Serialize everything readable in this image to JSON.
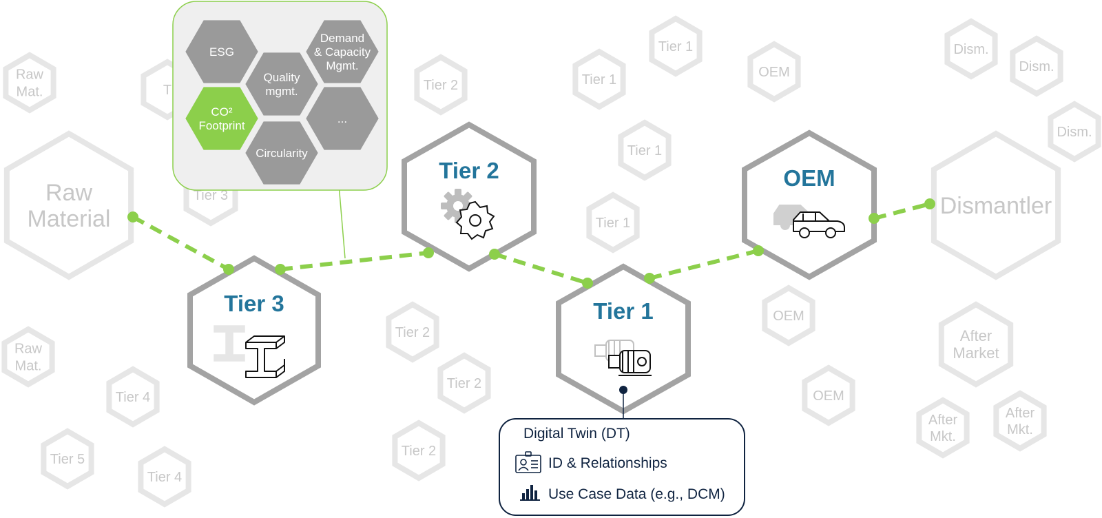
{
  "background_nodes": [
    {
      "id": "raw-mat-1",
      "lines": [
        "Raw",
        "Mat."
      ]
    },
    {
      "id": "tier-partial",
      "lines": [
        "T"
      ]
    },
    {
      "id": "tier2-top",
      "lines": [
        "Tier 2"
      ]
    },
    {
      "id": "tier1-a",
      "lines": [
        "Tier 1"
      ]
    },
    {
      "id": "tier1-b",
      "lines": [
        "Tier 1"
      ]
    },
    {
      "id": "tier1-c",
      "lines": [
        "Tier 1"
      ]
    },
    {
      "id": "tier1-d",
      "lines": [
        "Tier 1"
      ]
    },
    {
      "id": "oem-top",
      "lines": [
        "OEM"
      ]
    },
    {
      "id": "dism-1",
      "lines": [
        "Dism."
      ]
    },
    {
      "id": "dism-2",
      "lines": [
        "Dism."
      ]
    },
    {
      "id": "dism-3",
      "lines": [
        "Dism."
      ]
    },
    {
      "id": "raw-material-big",
      "lines": [
        "Raw",
        "Material"
      ]
    },
    {
      "id": "tier3-bg",
      "lines": [
        "Tier 3"
      ]
    },
    {
      "id": "dismantler-big",
      "lines": [
        "Dismantler"
      ]
    },
    {
      "id": "raw-mat-2",
      "lines": [
        "Raw",
        "Mat."
      ]
    },
    {
      "id": "tier4-a",
      "lines": [
        "Tier 4"
      ]
    },
    {
      "id": "tier5",
      "lines": [
        "Tier 5"
      ]
    },
    {
      "id": "tier4-b",
      "lines": [
        "Tier 4"
      ]
    },
    {
      "id": "tier2-b",
      "lines": [
        "Tier 2"
      ]
    },
    {
      "id": "tier2-c",
      "lines": [
        "Tier 2"
      ]
    },
    {
      "id": "tier2-d",
      "lines": [
        "Tier 2"
      ]
    },
    {
      "id": "oem-b",
      "lines": [
        "OEM"
      ]
    },
    {
      "id": "oem-c",
      "lines": [
        "OEM"
      ]
    },
    {
      "id": "after-market",
      "lines": [
        "After",
        "Market"
      ]
    },
    {
      "id": "after-mkt-1",
      "lines": [
        "After",
        "Mkt."
      ]
    },
    {
      "id": "after-mkt-2",
      "lines": [
        "After",
        "Mkt."
      ]
    }
  ],
  "main_nodes": {
    "tier3": {
      "title": "Tier 3",
      "icon": "steel-beam-icon"
    },
    "tier2": {
      "title": "Tier 2",
      "icon": "gears-icon"
    },
    "tier1": {
      "title": "Tier 1",
      "icon": "motor-icon"
    },
    "oem": {
      "title": "OEM",
      "icon": "car-icon"
    }
  },
  "popup": {
    "items": [
      {
        "id": "esg",
        "lines": [
          "ESG"
        ]
      },
      {
        "id": "quality",
        "lines": [
          "Quality",
          "mgmt."
        ]
      },
      {
        "id": "demand",
        "lines": [
          "Demand",
          "& Capacity",
          "Mgmt."
        ]
      },
      {
        "id": "co2",
        "lines": [
          "CO²",
          "Footprint"
        ],
        "highlight": true
      },
      {
        "id": "more",
        "lines": [
          "..."
        ]
      },
      {
        "id": "circularity",
        "lines": [
          "Circularity"
        ]
      }
    ]
  },
  "digital_twin": {
    "title": "Digital Twin (DT)",
    "items": [
      {
        "icon": "id-card-icon",
        "label": "ID & Relationships"
      },
      {
        "icon": "bar-chart-icon",
        "label": "Use Case Data (e.g., DCM)"
      }
    ]
  },
  "colors": {
    "accent_green": "#8ccf4b",
    "title_blue": "#23759b",
    "hex_border": "#a3a3a3",
    "faded_hex": "#e6e6e6",
    "faded_text": "#c7c7c7",
    "dark_navy": "#0f2340"
  }
}
